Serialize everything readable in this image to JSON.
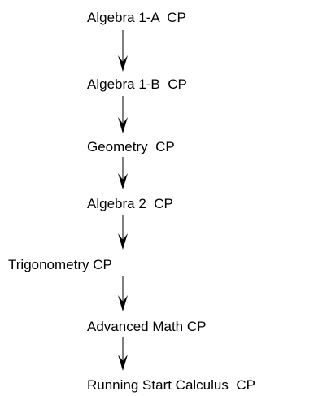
{
  "diagram": {
    "nodes": [
      {
        "label": "Algebra 1-A  CP"
      },
      {
        "label": "Algebra 1-B  CP"
      },
      {
        "label": "Geometry  CP"
      },
      {
        "label": "Algebra 2  CP"
      },
      {
        "label": "Trigonometry CP"
      },
      {
        "label": "Advanced Math CP"
      },
      {
        "label": "Running Start Calculus  CP"
      }
    ],
    "edges": [
      {
        "from": 0,
        "to": 1
      },
      {
        "from": 1,
        "to": 2
      },
      {
        "from": 2,
        "to": 3
      },
      {
        "from": 3,
        "to": 4
      },
      {
        "from": 4,
        "to": 5
      },
      {
        "from": 5,
        "to": 6
      }
    ],
    "colors": {
      "text": "#000000",
      "arrow": "#000000",
      "background": "#ffffff"
    }
  }
}
